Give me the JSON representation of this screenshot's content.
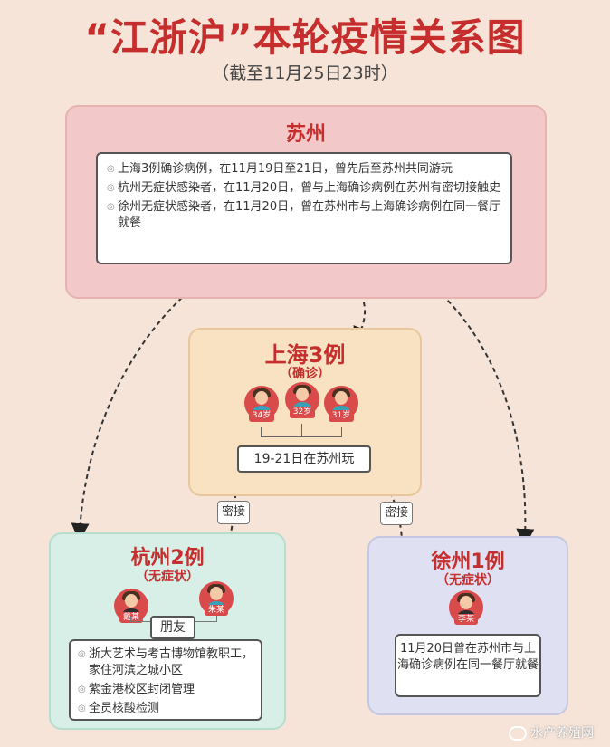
{
  "title": "“江浙沪”本轮疫情关系图",
  "subtitle": "（截至11月25日23时）",
  "suzhou": {
    "title": "苏州",
    "bullets": [
      "上海3例确诊病例，在11月19日至21日，曾先后至苏州共同游玩",
      "杭州无症状感染者，在11月20日，曾与上海确诊病例在苏州有密切接触史",
      "徐州无症状感染者，在11月20日，曾在苏州市与上海确诊病例在同一餐厅就餐"
    ]
  },
  "shanghai": {
    "title": "上海3例",
    "subtitle": "（确诊）",
    "ages": [
      "34岁",
      "32岁",
      "31岁"
    ],
    "note": "19-21日在苏州玩"
  },
  "links": {
    "left": "密接",
    "right": "密接"
  },
  "hangzhou": {
    "title": "杭州2例",
    "subtitle": "（无症状）",
    "persons": [
      "戴某",
      "朱某"
    ],
    "relation": "朋友",
    "bullets": [
      "浙大艺术与考古博物馆教职工，家住河滨之城小区",
      "紫金港校区封闭管理",
      "全员核酸检测"
    ]
  },
  "xuzhou": {
    "title": "徐州1例",
    "subtitle": "（无症状）",
    "person": "李某",
    "note": "11月20日曾在苏州市与上海确诊病例在同一餐厅就餐"
  },
  "watermark": "水产养殖网"
}
